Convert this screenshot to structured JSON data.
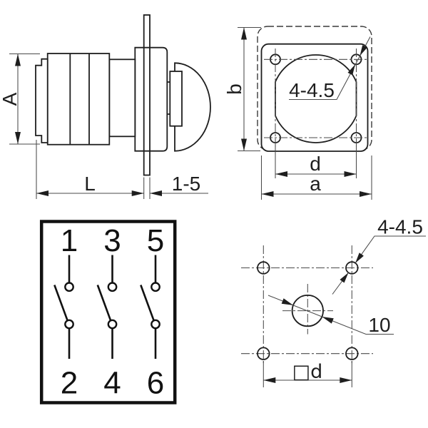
{
  "colors": {
    "background": "#ffffff",
    "line": "#1e1e1e"
  },
  "side_view": {
    "height_label": "A",
    "length_label": "L",
    "panel_thickness_label": "1-5"
  },
  "front_view": {
    "height_label": "b",
    "hole_spacing_label": "d",
    "width_label": "a",
    "holes_label": "4-4.5"
  },
  "schematic": {
    "top_terminals": [
      "1",
      "3",
      "5"
    ],
    "bottom_terminals": [
      "2",
      "4",
      "6"
    ]
  },
  "drill_view": {
    "holes_label": "4-4.5",
    "center_hole_label": "10",
    "square_spacing_label": "□d"
  }
}
